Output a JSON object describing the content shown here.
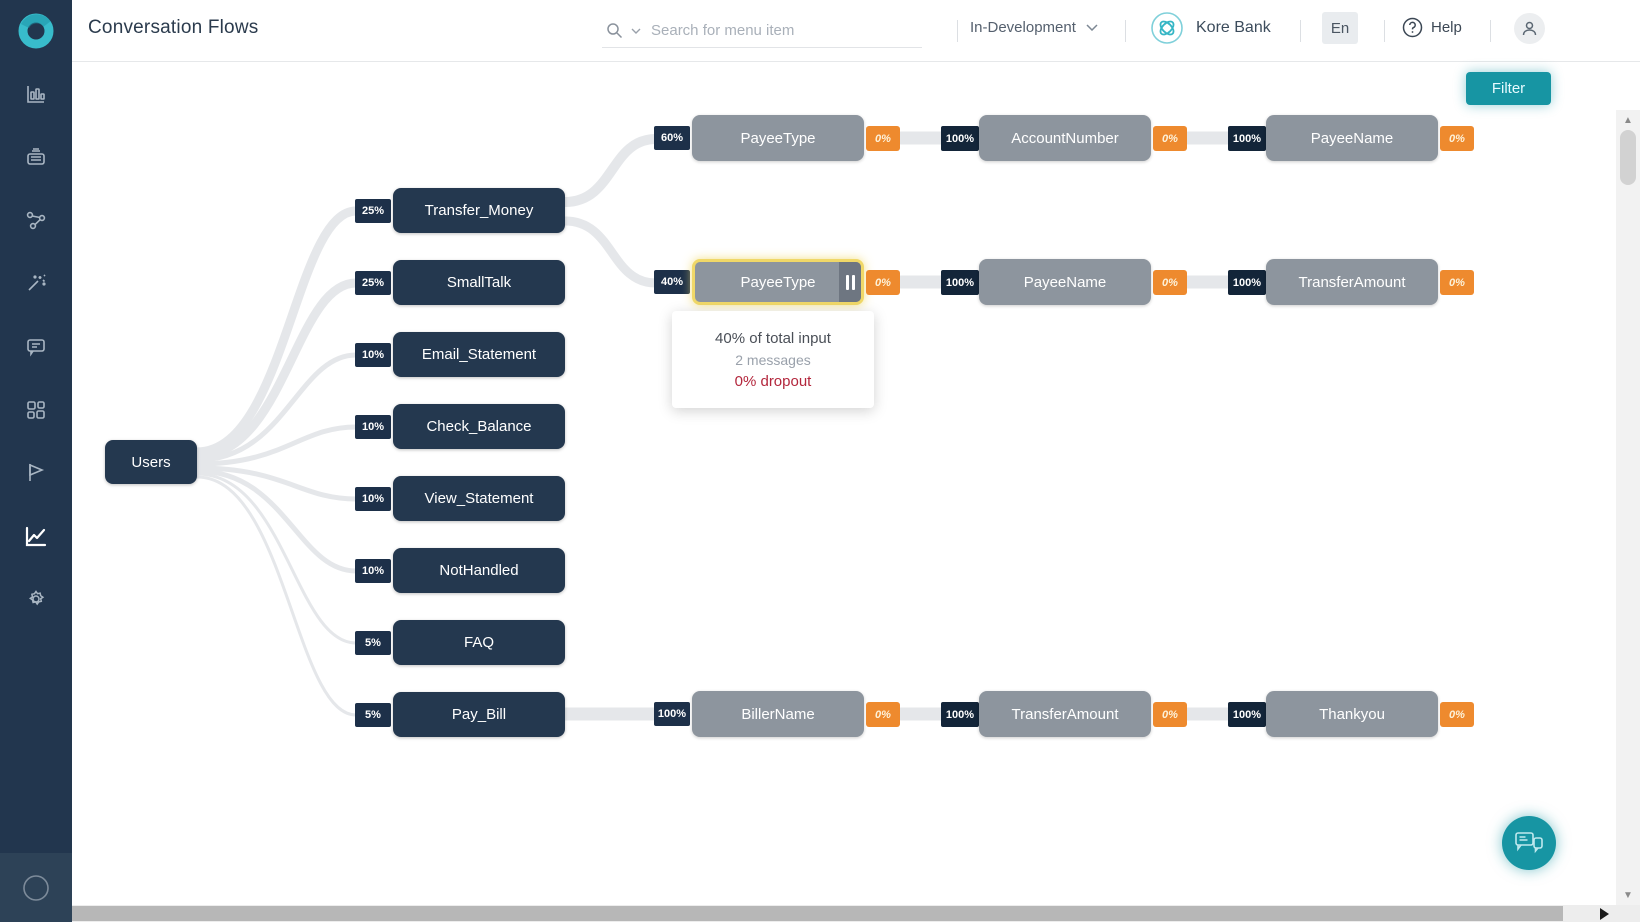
{
  "header": {
    "title": "Conversation Flows",
    "search": {
      "placeholder": "Search for menu item"
    },
    "environment": "In-Development",
    "brand": "Kore Bank",
    "language_badge": "En",
    "help_label": "Help"
  },
  "canvas": {
    "filter_label": "Filter"
  },
  "sidebar": {
    "icons": [
      "analytics-bars",
      "console",
      "flows",
      "magic-wand",
      "conversations",
      "apps-grid",
      "flag",
      "trend-chart",
      "settings",
      "status-circle"
    ]
  },
  "flow": {
    "root": "Users",
    "intents": [
      {
        "label": "Transfer_Money",
        "percent": "25%"
      },
      {
        "label": "SmallTalk",
        "percent": "25%"
      },
      {
        "label": "Email_Statement",
        "percent": "10%"
      },
      {
        "label": "Check_Balance",
        "percent": "10%"
      },
      {
        "label": "View_Statement",
        "percent": "10%"
      },
      {
        "label": "NotHandled",
        "percent": "10%"
      },
      {
        "label": "FAQ",
        "percent": "5%"
      },
      {
        "label": "Pay_Bill",
        "percent": "5%"
      }
    ],
    "rows": [
      {
        "entry": "60%",
        "nodes": [
          {
            "label": "PayeeType",
            "dropout": "0%"
          },
          {
            "link": "100%",
            "label": "AccountNumber",
            "dropout": "0%"
          },
          {
            "link": "100%",
            "label": "PayeeName",
            "dropout": "0%"
          }
        ]
      },
      {
        "entry": "40%",
        "nodes": [
          {
            "label": "PayeeType",
            "dropout": "0%"
          },
          {
            "link": "100%",
            "label": "PayeeName",
            "dropout": "0%"
          },
          {
            "link": "100%",
            "label": "TransferAmount",
            "dropout": "0%"
          }
        ]
      },
      {
        "entry": "100%",
        "nodes": [
          {
            "label": "BillerName",
            "dropout": "0%"
          },
          {
            "link": "100%",
            "label": "TransferAmount",
            "dropout": "0%"
          },
          {
            "link": "100%",
            "label": "Thankyou",
            "dropout": "0%"
          }
        ]
      }
    ],
    "tooltip": {
      "percent_line": "40% of total input",
      "messages_line": "2 messages",
      "dropout_line": "0% dropout"
    }
  },
  "colors": {
    "sidebar": "#22364e",
    "intent_node": "#24384f",
    "entity_node": "#8d959e",
    "dropout_badge": "#ee8a2e",
    "link_badge": "#132539",
    "accent_teal": "#1795a3",
    "selected_border": "#f0d868",
    "dropout_text": "#b3263c",
    "connector": "#e5e7ea"
  }
}
